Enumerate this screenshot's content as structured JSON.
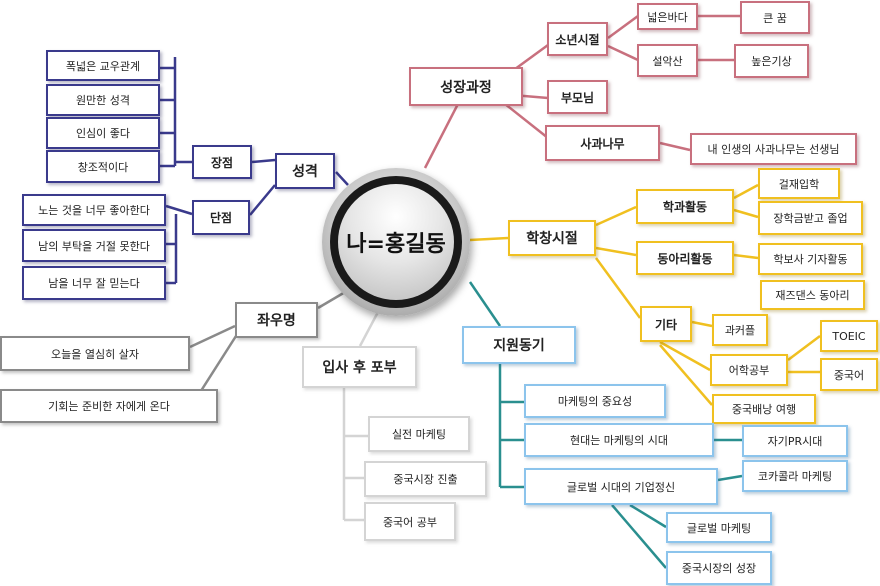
{
  "center": "나=홍길동",
  "branches": {
    "growth": {
      "label": "성장과정",
      "children": [
        {
          "label": "소년시절",
          "children": [
            {
              "label": "넓은바다",
              "children": [
                {
                  "label": "큰 꿈"
                }
              ]
            },
            {
              "label": "설악산",
              "children": [
                {
                  "label": "높은기상"
                }
              ]
            }
          ]
        },
        {
          "label": "부모님"
        },
        {
          "label": "사과나무",
          "children": [
            {
              "label": "내 인생의 사과나무는 선생님"
            }
          ]
        }
      ]
    },
    "personality": {
      "label": "성격",
      "strengths": {
        "label": "장점",
        "items": [
          "폭넓은 교우관계",
          "원만한 성격",
          "인심이 좋다",
          "창조적이다"
        ]
      },
      "weaknesses": {
        "label": "단점",
        "items": [
          "노는 것을 너무 좋아한다",
          "남의 부탁을 거절 못한다",
          "남을 너무 잘 믿는다"
        ]
      }
    },
    "motto": {
      "label": "좌우명",
      "items": [
        "오늘을 열심히 살자",
        "기회는 준비한 자에게 온다"
      ]
    },
    "afterjoin": {
      "label": "입사 후 포부",
      "items": [
        "실전 마케팅",
        "중국시장 진출",
        "중국어 공부"
      ]
    },
    "school": {
      "label": "학창시절",
      "academic": {
        "label": "학과활동",
        "items": [
          "걸재입학",
          "장학금받고 졸업"
        ]
      },
      "club": {
        "label": "동아리활동",
        "items": [
          "학보사 기자활동",
          "재즈댄스 동아리"
        ]
      },
      "etc": {
        "label": "기타",
        "items": [
          "과커플",
          "어학공부",
          "중국배낭 여행"
        ],
        "lang": [
          "TOEIC",
          "중국어"
        ]
      }
    },
    "motive": {
      "label": "지원동기",
      "items": [
        "마케팅의 중요성",
        "현대는 마케팅의 시대",
        "글로벌 시대의 기업정신"
      ],
      "era_sub": [
        "자기PR시대"
      ],
      "global_sub": [
        "코카콜라 마케팅",
        "글로벌 마케팅",
        "중국시장의 성장"
      ]
    }
  },
  "colors": {
    "growth": "#c8707e",
    "personality": "#3a3a8c",
    "motto": "#8a8a8a",
    "afterjoin": "#d4d4d4",
    "school": "#f0c020",
    "motive": "#8cc4ec",
    "motive_line": "#2a8f8f"
  }
}
